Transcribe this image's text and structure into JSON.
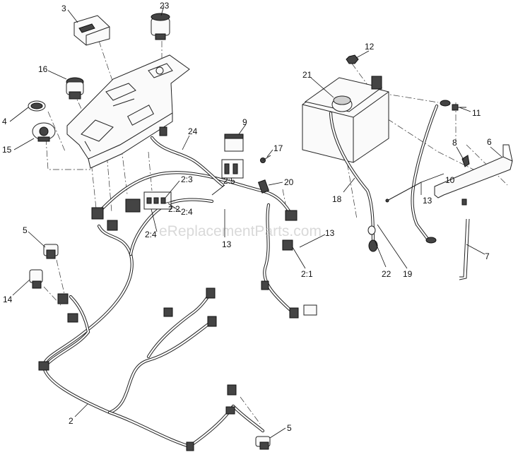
{
  "diagram": {
    "callouts": {
      "c23": "23",
      "c3": "3",
      "c16": "16",
      "c4": "4",
      "c15": "15",
      "c24": "24",
      "c9": "9",
      "c17": "17",
      "c20": "20",
      "c25": "2:5",
      "c23b": "2:3",
      "c24b": "2:4",
      "c22": "2:2",
      "c24c": "2:4",
      "c13a": "13",
      "c13b": "13",
      "c13c": "13",
      "c21b": "2:1",
      "c12": "12",
      "c21": "21",
      "c11": "11",
      "c8": "8",
      "c6": "6",
      "c10": "10",
      "c18": "18",
      "c22b": "22",
      "c19": "19",
      "c7": "7",
      "c5a": "5",
      "c14": "14",
      "c2": "2",
      "c5b": "5"
    },
    "watermark": "eReplacementParts.com"
  }
}
